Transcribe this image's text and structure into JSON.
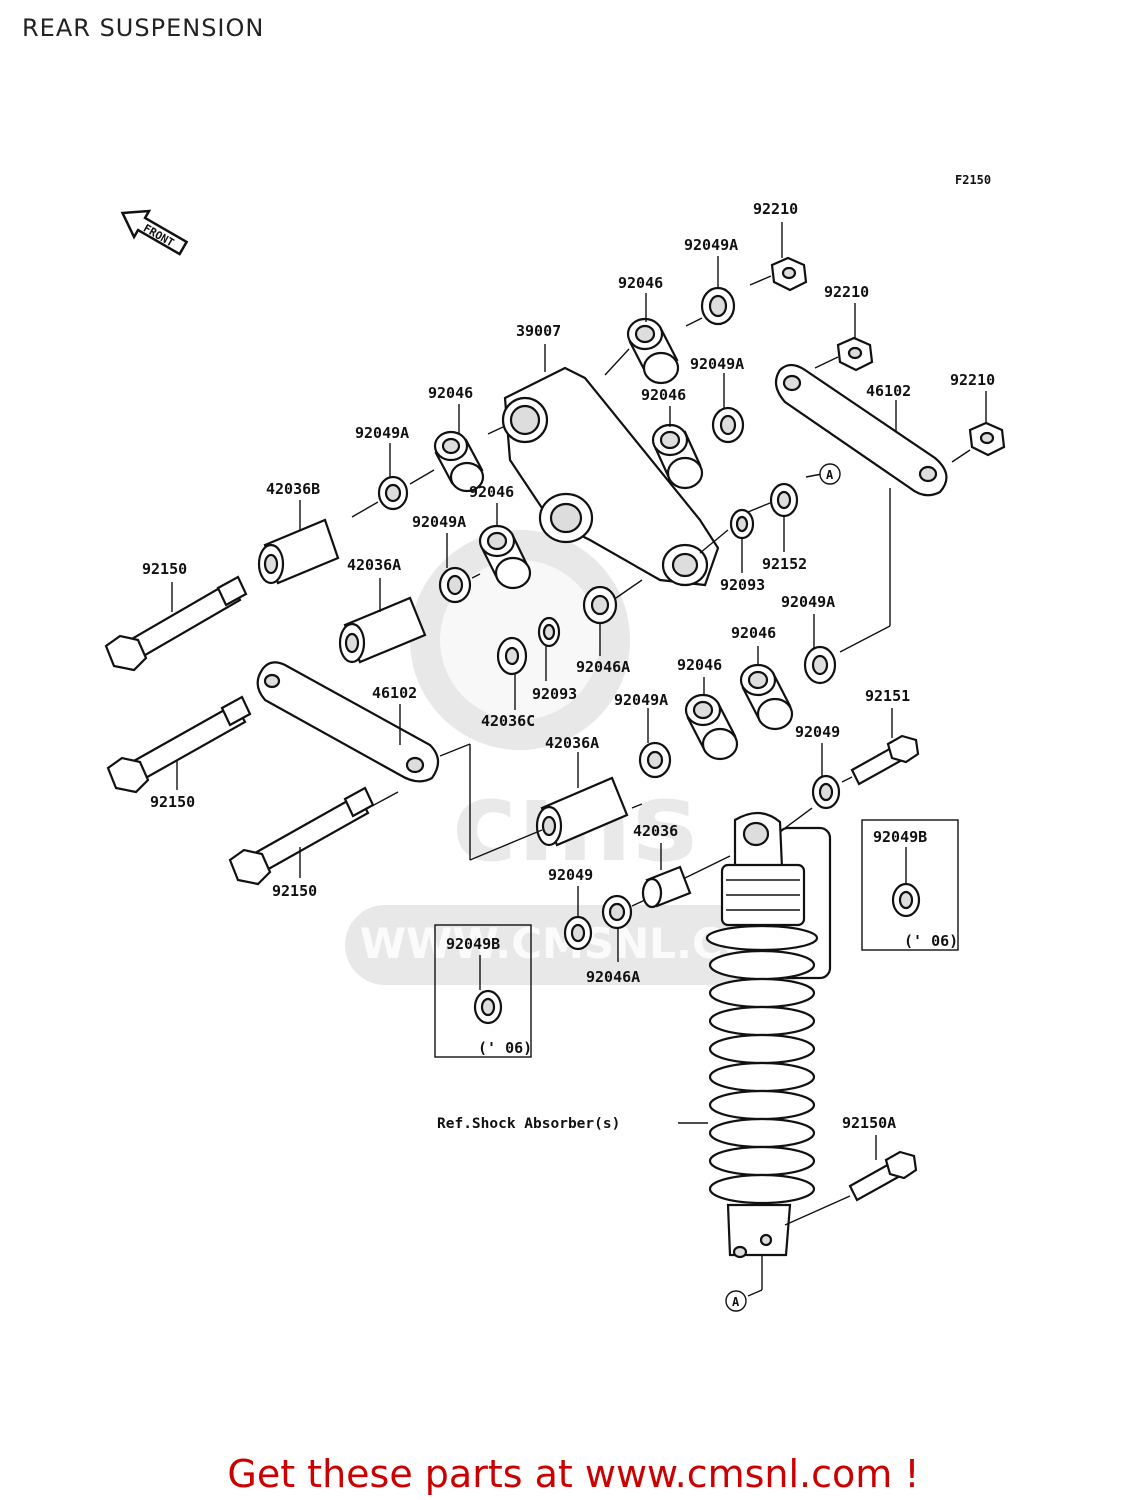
{
  "header": {
    "title": "REAR SUSPENSION"
  },
  "figure_code": "F2150",
  "front_marker": "FRONT",
  "watermark": "WWW.CMSNL.COM",
  "callout_ref": "A",
  "labels": {
    "l92210a": "92210",
    "l92049Aa": "92049A",
    "l92046a": "92046",
    "l92210b": "92210",
    "l39007": "39007",
    "l92049Ab": "92049A",
    "l92210c": "92210",
    "l92046b": "92046",
    "l92046c": "92046",
    "l46102a": "46102",
    "l92049Ac": "92049A",
    "l42036B": "42036B",
    "l92046d": "92046",
    "l92049Ad": "92049A",
    "l92152": "92152",
    "l92150a": "92150",
    "l42036Aa": "42036A",
    "l92093a": "92093",
    "l92049Ae": "92049A",
    "l92046e": "92046",
    "l92046Aa": "92046A",
    "l92093b": "92093",
    "l92046f": "92046",
    "l46102b": "46102",
    "l42036C": "42036C",
    "l92049Af": "92049A",
    "l92151": "92151",
    "l42036Ab": "42036A",
    "l92049a": "92049",
    "l92150b": "92150",
    "l92049Ba": "92049B",
    "l42036": "42036",
    "l92150c": "92150",
    "l92049b": "92049",
    "l92049Bb": "92049B",
    "l92046Ab": "92046A",
    "l06a": "(' 06)",
    "l06b": "(' 06)",
    "lshock": "Ref.Shock Absorber(s)",
    "l92150A": "92150A"
  },
  "footer": {
    "cta": "Get these parts at www.cmsnl.com !"
  }
}
